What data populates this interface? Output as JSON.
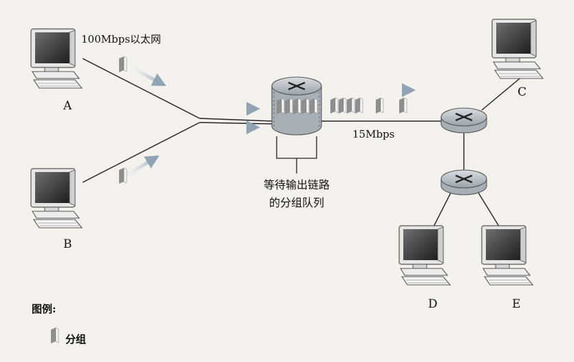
{
  "diagram": {
    "link_labels": {
      "ethernet": "100Mbps以太网",
      "output_link": "15Mbps"
    },
    "hosts": [
      {
        "id": "A",
        "label": "A"
      },
      {
        "id": "B",
        "label": "B"
      },
      {
        "id": "C",
        "label": "C"
      },
      {
        "id": "D",
        "label": "D"
      },
      {
        "id": "E",
        "label": "E"
      }
    ],
    "queue_note": [
      "等待输出链路",
      "的分组队列"
    ],
    "legend": {
      "title": "图例:",
      "item_label": "分组"
    }
  }
}
